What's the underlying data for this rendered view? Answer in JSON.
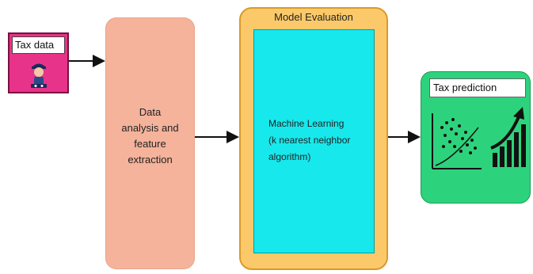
{
  "nodes": {
    "tax_data": {
      "label": "Tax data"
    },
    "analysis": {
      "line1": "Data",
      "line2": "analysis and",
      "line3": "feature",
      "line4": "extraction"
    },
    "model_evaluation": {
      "title": "Model Evaluation",
      "inner": {
        "line1": "Machine Learning",
        "line2": "(k nearest neighbor",
        "line3": "algorithm)"
      }
    },
    "tax_prediction": {
      "label": "Tax prediction"
    }
  },
  "icons": {
    "tax_data": "person-icon",
    "prediction_scatter": "scatter-plot-icon",
    "prediction_growth": "growth-chart-icon"
  },
  "colors": {
    "tax_data": "#e8338a",
    "analysis": "#f5b39b",
    "model_evaluation": "#fcc96a",
    "machine_learning": "#17e8ec",
    "tax_prediction": "#2dd37c"
  }
}
